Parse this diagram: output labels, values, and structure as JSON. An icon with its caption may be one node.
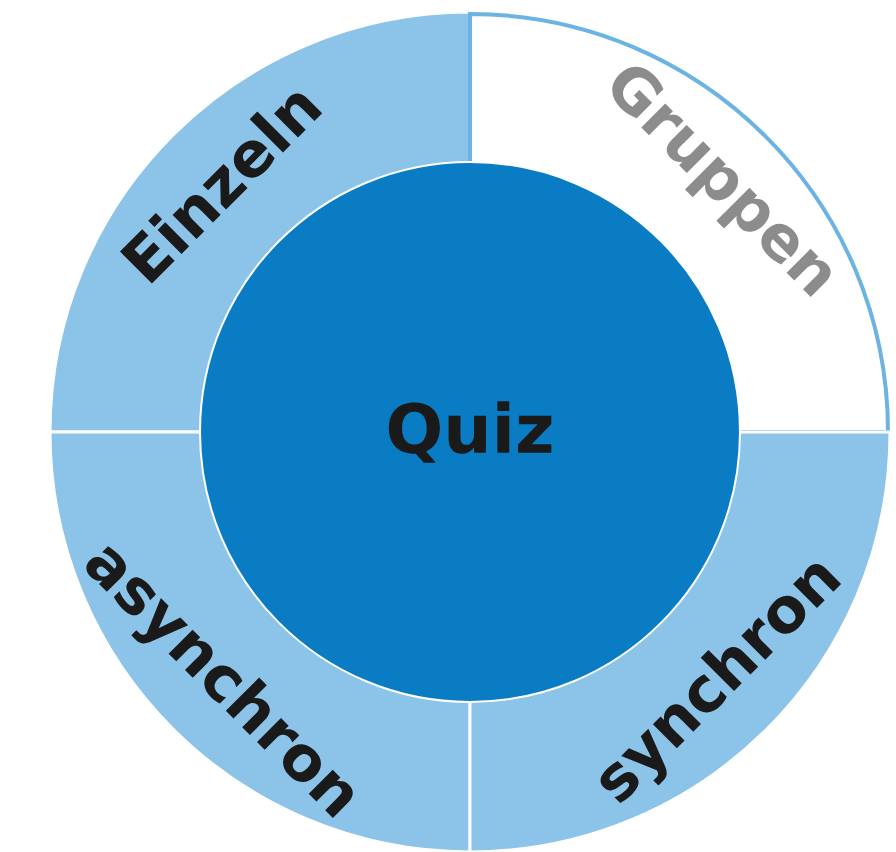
{
  "diagram": {
    "nodes": [
      {
        "text": [
          "Einzeln"
        ]
      },
      {
        "text": [
          "Gruppen"
        ]
      },
      {
        "text": [
          "Quiz"
        ]
      },
      {
        "text": [
          "asynchron"
        ]
      },
      {
        "text": [
          "synchron"
        ]
      }
    ]
  }
}
